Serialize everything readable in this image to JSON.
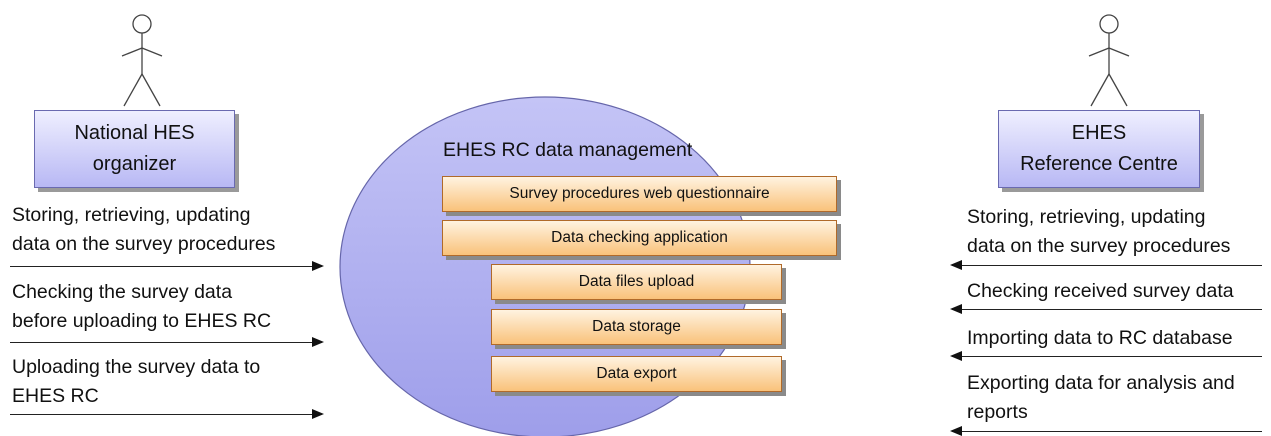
{
  "left_actor": {
    "label_line1": "National HES",
    "label_line2": "organizer",
    "flows": [
      {
        "line1": "Storing, retrieving, updating",
        "line2": "data on the survey procedures"
      },
      {
        "line1": "Checking the survey data",
        "line2": "before uploading to EHES RC"
      },
      {
        "line1": "Uploading the survey data to",
        "line2": "EHES RC"
      }
    ]
  },
  "center": {
    "title": "EHES RC data management",
    "modules": [
      "Survey procedures web questionnaire",
      "Data checking application",
      "Data files upload",
      "Data storage",
      "Data export"
    ]
  },
  "right_actor": {
    "label_line1": "EHES",
    "label_line2": "Reference Centre",
    "flows": [
      {
        "line1": "Storing, retrieving, updating",
        "line2": "data on the survey procedures"
      },
      {
        "line1": "Checking received survey data"
      },
      {
        "line1": "Importing data to RC database"
      },
      {
        "line1": "Exporting data for analysis and",
        "line2": "reports"
      }
    ]
  },
  "colors": {
    "actor_fill": "#b8b8f4",
    "ellipse_fill": "#a8a8ec",
    "module_fill": "#f9c27a"
  }
}
